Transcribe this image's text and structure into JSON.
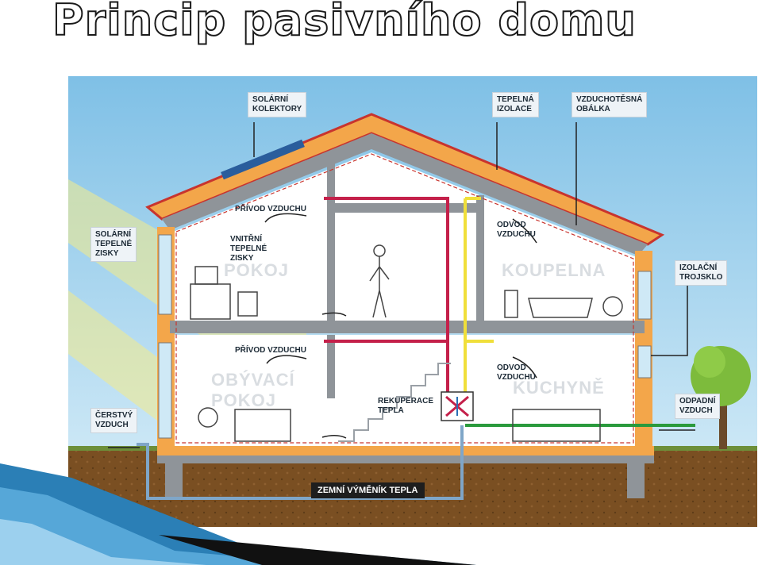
{
  "title": "Princip pasivního domu",
  "diagram": {
    "labels": {
      "solar_collectors": "SOLÁRNÍ\nKOLEKTORY",
      "thermal_insulation": "TEPELNÁ\nIZOLACE",
      "airtight_envelope": "VZDUCHOTĚSNÁ\nOBÁLKA",
      "solar_gains": "SOLÁRNÍ\nTEPELNÉ\nZISKY",
      "triple_glazing": "IZOLAČNÍ\nTROJSKLO",
      "fresh_air": "ČERSTVÝ\nVZDUCH",
      "exhaust_air": "ODPADNÍ\nVZDUCH",
      "air_supply_upper": "PŘÍVOD VZDUCHU",
      "air_supply_lower": "PŘÍVOD VZDUCHU",
      "air_removal_upper": "ODVOD\nVZDUCHU",
      "air_removal_lower": "ODVOD\nVZDUCHU",
      "internal_gains": "VNITŘNÍ\nTEPELNÉ\nZISKY",
      "heat_recovery": "REKUPERACE\nTEPLA",
      "ground_heat_exchanger": "ZEMNÍ VÝMĚNÍK TEPLA"
    },
    "rooms": {
      "room": "POKOJ",
      "bathroom": "KOUPELNA",
      "living_room": "OBÝVACÍ\nPOKOJ",
      "kitchen": "KUCHYNĚ"
    },
    "colors": {
      "sky": "#a9d5ee",
      "roof": "#f3a64a",
      "roof_edge": "#c8342e",
      "soil": "#7a4f22",
      "slab": "#8f9499",
      "supply_duct": "#c4204a",
      "exhaust_duct": "#f0df3a",
      "fresh_duct": "#2a9a3c",
      "ground_duct": "#7fa6c8"
    }
  }
}
